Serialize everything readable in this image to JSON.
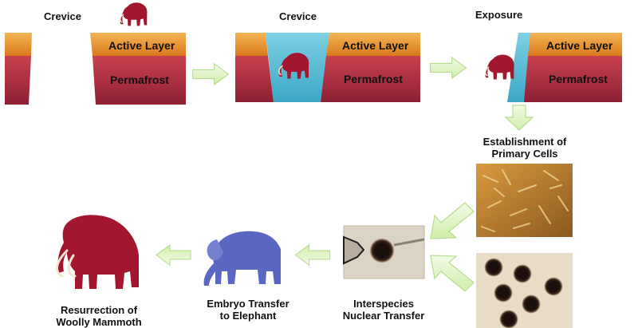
{
  "panels": {
    "crevice1_title": "Crevice",
    "crevice2_title": "Crevice",
    "exposure_title": "Exposure",
    "active_layer": "Active Layer",
    "permafrost": "Permafrost"
  },
  "steps": {
    "primary_cells_line1": "Establishment of",
    "primary_cells_line2": "Primary Cells",
    "nuclear_transfer_line1": "Interspecies",
    "nuclear_transfer_line2": "Nuclear Transfer",
    "embryo_line1": "Embryo Transfer",
    "embryo_line2": "to Elephant",
    "resurrection_line1": "Resurrection of",
    "resurrection_line2": "Woolly Mammoth"
  },
  "colors": {
    "active_layer": "#e8952e",
    "permafrost": "#b83248",
    "ice": "#5bbfd6",
    "mammoth": "#a3162f",
    "elephant": "#5a67c2",
    "arrow_fill": "#e3f6c8",
    "arrow_stroke": "#b7dc8f"
  }
}
